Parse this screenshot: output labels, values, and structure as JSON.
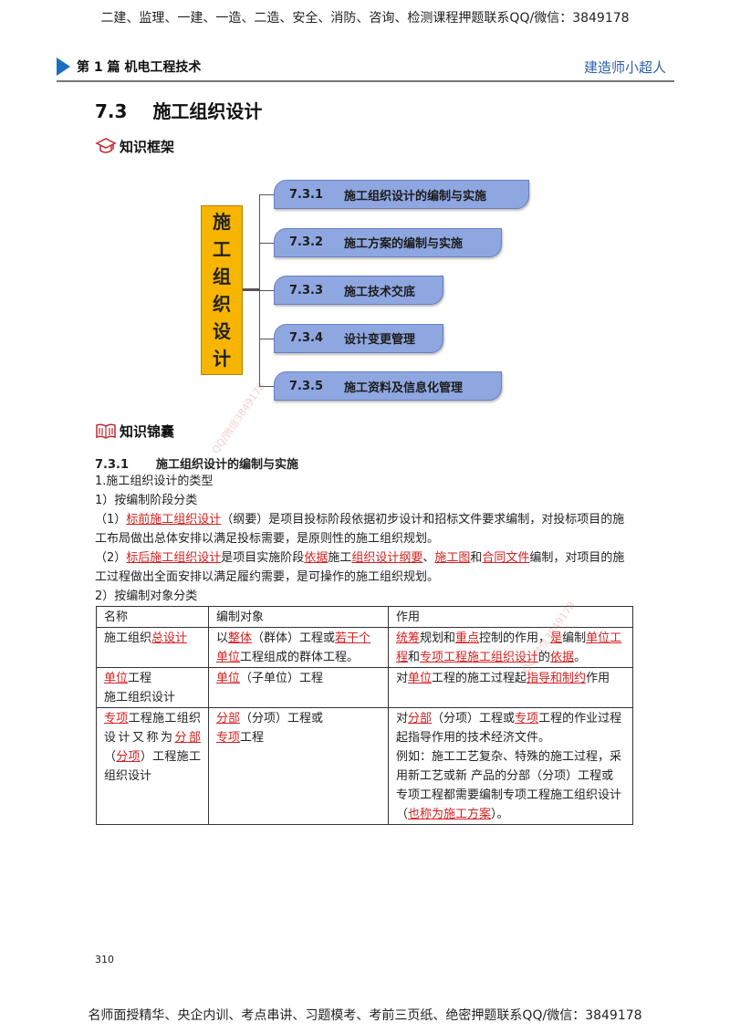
{
  "banner_top": "二建、监理、一建、一造、二造、安全、消防、咨询、检测课程押题联系QQ/微信：3849178",
  "header": {
    "part": "第 1 篇  机电工程技术",
    "brand": "建造师小超人"
  },
  "section": {
    "number": "7.3",
    "title": "施工组织设计"
  },
  "framework_heading": "知识框架",
  "diagram": {
    "center": [
      "施",
      "工",
      "组",
      "织",
      "设",
      "计"
    ],
    "branches": [
      {
        "num": "7.3.1",
        "label": "施工组织设计的编制与实施"
      },
      {
        "num": "7.3.2",
        "label": "施工方案的编制与实施"
      },
      {
        "num": "7.3.3",
        "label": "施工技术交底"
      },
      {
        "num": "7.3.4",
        "label": "设计变更管理"
      },
      {
        "num": "7.3.5",
        "label": "施工资料及信息化管理"
      }
    ],
    "box_color": "#8fa7e0",
    "center_color": "#f7b500"
  },
  "tips_heading": "知识锦囊",
  "subsection": {
    "number": "7.3.1",
    "title": "施工组织设计的编制与实施"
  },
  "paragraphs": [
    [
      {
        "t": "1.施工组织设计的类型"
      }
    ],
    [
      {
        "t": "1）按编制阶段分类"
      }
    ],
    [
      {
        "t": "（1）"
      },
      {
        "t": "标前施工组织设计",
        "u": true
      },
      {
        "t": "（纲要）是项目投标阶段依据初步设计和招标文件要求编制，对投标项目的施工布局做出总体安排以满足投标需要，是原则性的施工组织规划。"
      }
    ],
    [
      {
        "t": "（2）"
      },
      {
        "t": "标后施工组织设计",
        "u": true
      },
      {
        "t": "是项目实施阶段"
      },
      {
        "t": "依据",
        "u": true
      },
      {
        "t": "施工"
      },
      {
        "t": "组织设计纲要",
        "u": true
      },
      {
        "t": "、"
      },
      {
        "t": "施工图",
        "u": true
      },
      {
        "t": "和"
      },
      {
        "t": "合同文件",
        "u": true
      },
      {
        "t": "编制，对项目的施工过程做出全面安排以满足履约需要，是可操作的施工组织规划。"
      }
    ],
    [
      {
        "t": "2）按编制对象分类"
      }
    ]
  ],
  "table": {
    "headers": [
      "名称",
      "编制对象",
      "作用"
    ],
    "rows": [
      [
        [
          {
            "t": "施工组织"
          },
          {
            "t": "总设计",
            "u": true
          }
        ],
        [
          {
            "t": "以"
          },
          {
            "t": "整体",
            "u": true
          },
          {
            "t": "（群体）工程或"
          },
          {
            "t": "若干个单位",
            "u": true
          },
          {
            "t": "工程组成的群体工程。"
          }
        ],
        [
          {
            "t": "统筹",
            "u": true
          },
          {
            "t": "规划和"
          },
          {
            "t": "重点",
            "u": true
          },
          {
            "t": "控制的作用，"
          },
          {
            "t": "是",
            "u": true
          },
          {
            "t": "编制"
          },
          {
            "t": "单位工程",
            "u": true
          },
          {
            "t": "和"
          },
          {
            "t": "专项工程施工组织设计",
            "u": true
          },
          {
            "t": "的"
          },
          {
            "t": "依据",
            "u": true
          },
          {
            "t": "。"
          }
        ]
      ],
      [
        [
          {
            "t": "单位",
            "u": true
          },
          {
            "t": "工程"
          },
          {
            "br": true
          },
          {
            "t": "施工组织设计"
          }
        ],
        [
          {
            "t": "单位",
            "u": true
          },
          {
            "t": "（子单位）工程"
          }
        ],
        [
          {
            "t": "对"
          },
          {
            "t": "单位",
            "u": true
          },
          {
            "t": "工程的施工过程起"
          },
          {
            "t": "指导和制约",
            "u": true
          },
          {
            "t": "作用"
          }
        ]
      ],
      [
        [
          {
            "t": "专项",
            "u": true
          },
          {
            "t": "工程施工组织设计又称为"
          },
          {
            "t": "分部",
            "u": true
          },
          {
            "t": "（"
          },
          {
            "t": "分项",
            "u": true
          },
          {
            "t": "）工程施工组织设计"
          }
        ],
        [
          {
            "t": "分部",
            "u": true
          },
          {
            "t": "（分项）工程或"
          },
          {
            "br": true
          },
          {
            "t": "专项",
            "u": true
          },
          {
            "t": "工程"
          }
        ],
        [
          {
            "t": "对"
          },
          {
            "t": "分部",
            "u": true
          },
          {
            "t": "（分项）工程或"
          },
          {
            "t": "专项",
            "u": true
          },
          {
            "t": "工程的作业过程起指导作用的技术经济文件。"
          },
          {
            "br": true
          },
          {
            "t": "例如：施工工艺复杂、特殊的施工过程，采用新工艺或新 产品的分部（分项）工程或专项工程都需要编制专项工程施工组织设计（"
          },
          {
            "t": "也称为施工方案",
            "u": true
          },
          {
            "t": "）。"
          }
        ]
      ]
    ]
  },
  "page_number": "310",
  "banner_bottom": "名师面授精华、央企内训、考点串讲、习题模考、考前三页纸、绝密押题联系QQ/微信：3849178"
}
